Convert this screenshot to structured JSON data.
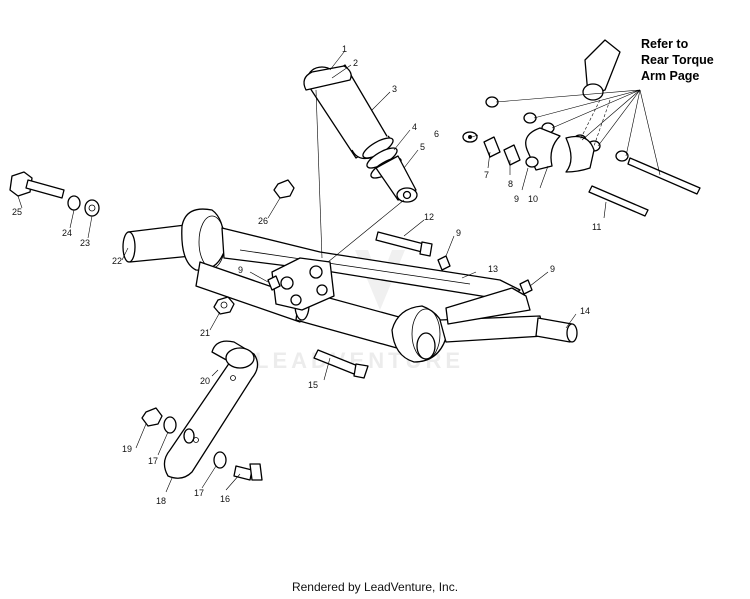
{
  "diagram": {
    "reference_note": [
      "Refer to",
      "Rear Torque",
      "Arm Page"
    ],
    "watermark": "LEADVENTURE",
    "callouts": [
      "1",
      "2",
      "3",
      "4",
      "5",
      "6",
      "7",
      "8",
      "9",
      "10",
      "11",
      "12",
      "9",
      "13",
      "9",
      "14",
      "15",
      "16",
      "17",
      "17",
      "18",
      "19",
      "20",
      "21",
      "22",
      "23",
      "24",
      "25",
      "26",
      "9"
    ]
  },
  "footer": {
    "text": "Rendered by LeadVenture, Inc."
  }
}
